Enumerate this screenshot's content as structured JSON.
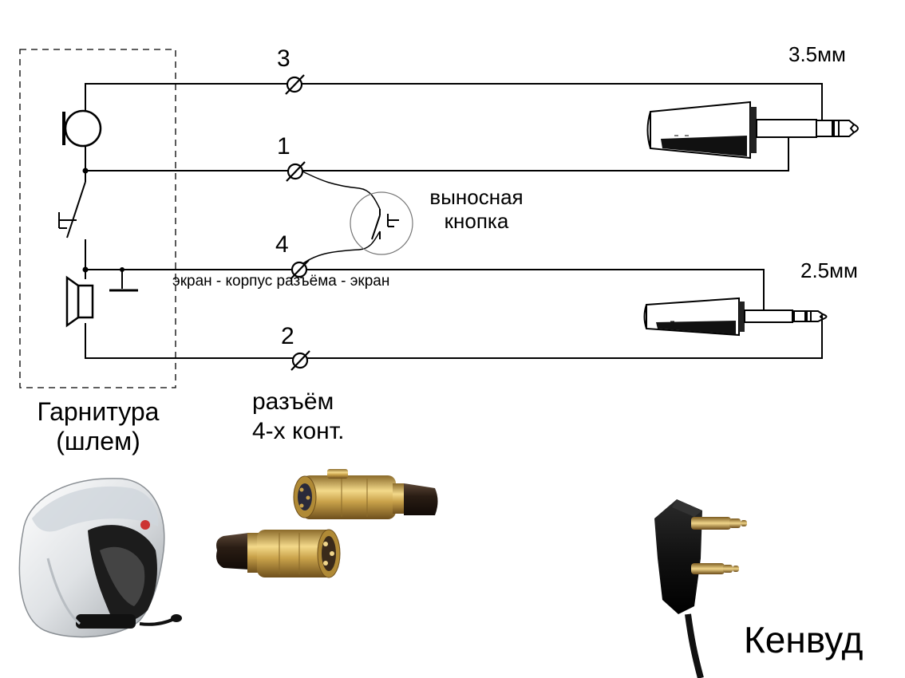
{
  "pins": {
    "pin3": "3",
    "pin1": "1",
    "pin4": "4",
    "pin2": "2"
  },
  "plugs": {
    "plug_35": "3.5мм",
    "plug_25": "2.5мм"
  },
  "remote_button": {
    "line1": "выносная",
    "line2": "кнопка"
  },
  "shield_note": "экран - корпус разъёма - экран",
  "headset": {
    "line1": "Гарнитура",
    "line2": "(шлем)"
  },
  "connector": {
    "line1": "разъём",
    "line2": "4-х конт."
  },
  "brand": "Кенвуд",
  "colors": {
    "line": "#000000",
    "connector_gold": "#c9a24a",
    "connector_dark": "#3a2a1e",
    "helmet": "#e6e8ea",
    "cable": "#111111"
  }
}
